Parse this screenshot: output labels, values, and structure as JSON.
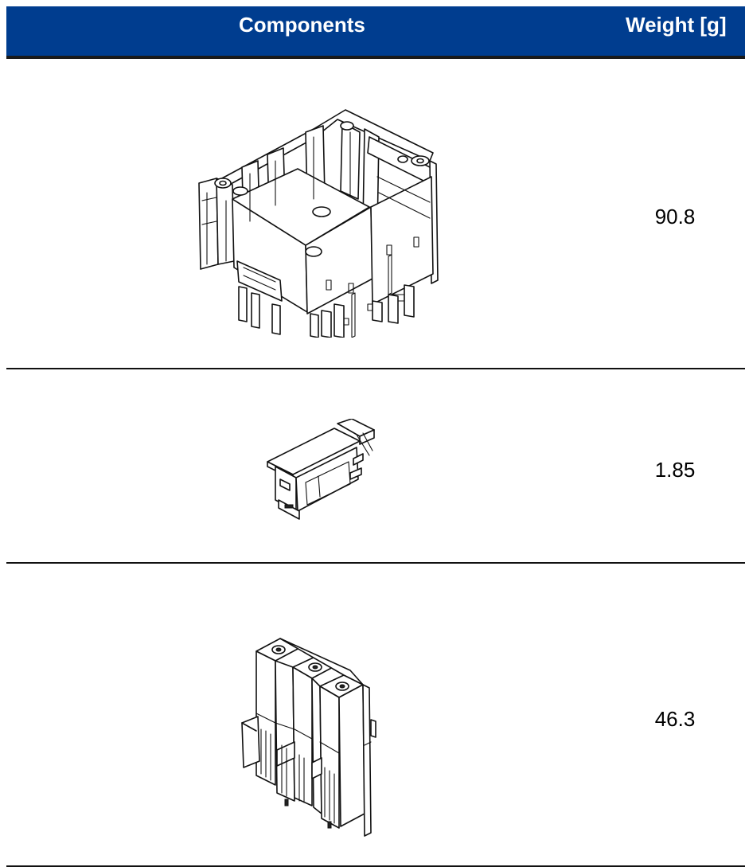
{
  "table": {
    "headers": {
      "components": "Components",
      "weight": "Weight [g]"
    },
    "rows": [
      {
        "component_icon": "housing-drawing-icon",
        "weight": "90.8"
      },
      {
        "component_icon": "clip-drawing-icon",
        "weight": "1.85"
      },
      {
        "component_icon": "terminal-block-drawing-icon",
        "weight": "46.3"
      }
    ]
  },
  "colors": {
    "header_background": "#003d8f",
    "header_text": "#ffffff",
    "divider": "#111111"
  }
}
